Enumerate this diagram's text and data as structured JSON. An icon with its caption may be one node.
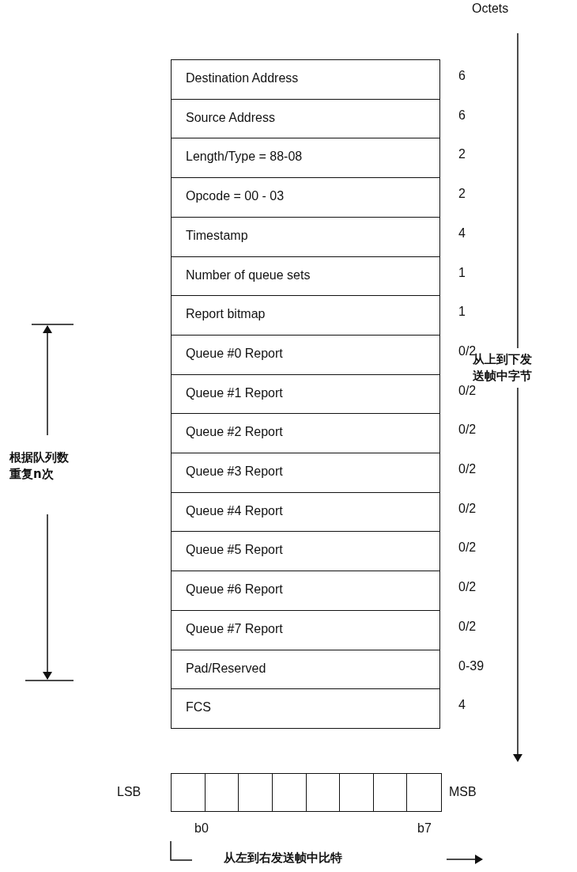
{
  "diagram": {
    "nodes": [
      {
        "text": [
          "Destination Address"
        ],
        "beside": [
          "6"
        ]
      },
      {
        "text": [
          "Source Address"
        ],
        "beside": [
          "6"
        ]
      },
      {
        "text": [
          "Length/Type = 88-08"
        ],
        "beside": [
          "2"
        ]
      },
      {
        "text": [
          "Opcode = 00 - 03"
        ],
        "beside": [
          "2"
        ]
      },
      {
        "text": [
          "Timestamp"
        ],
        "beside": [
          "4"
        ]
      },
      {
        "text": [
          "Number of queue sets"
        ],
        "beside": [
          "1"
        ]
      },
      {
        "text": [
          "Report bitmap"
        ],
        "beside": [
          "1"
        ]
      },
      {
        "text": [
          "Queue #0 Report"
        ],
        "beside": [
          "0/2"
        ]
      },
      {
        "text": [
          "Queue #1 Report"
        ],
        "beside": [
          "0/2"
        ]
      },
      {
        "text": [
          "Queue #2 Report"
        ],
        "beside": [
          "0/2"
        ]
      },
      {
        "text": [
          "Queue #3 Report"
        ],
        "beside": [
          "0/2"
        ]
      },
      {
        "text": [
          "Queue #4 Report"
        ],
        "beside": [
          "0/2"
        ]
      },
      {
        "text": [
          "Queue #5 Report"
        ],
        "beside": [
          "0/2"
        ]
      },
      {
        "text": [
          "Queue #6 Report"
        ],
        "beside": [
          "0/2"
        ]
      },
      {
        "text": [
          "Queue #7 Report"
        ],
        "beside": [
          "0/2"
        ]
      },
      {
        "text": [
          "Pad/Reserved"
        ],
        "beside": [
          "0-39"
        ]
      },
      {
        "text": [
          "FCS"
        ],
        "beside": [
          "4"
        ]
      },
      {
        "text": [],
        "shape": "box"
      },
      {
        "text": [],
        "shape": "box"
      },
      {
        "text": [],
        "shape": "box"
      },
      {
        "text": [],
        "shape": "box"
      },
      {
        "text": [],
        "shape": "box"
      },
      {
        "text": [],
        "shape": "box"
      },
      {
        "text": [],
        "shape": "box"
      },
      {
        "text": [],
        "shape": "box"
      }
    ],
    "edges": [],
    "labels": [
      "Octets",
      "从上到下发送帧中字节",
      "根据队列数重复n次",
      "LSB",
      "MSB",
      "b0",
      "b7",
      "从左到右发送帧中比特"
    ]
  }
}
